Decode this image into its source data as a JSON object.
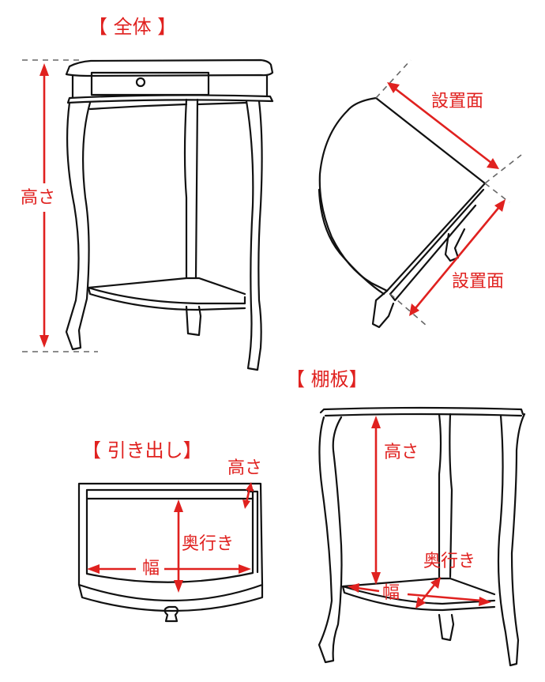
{
  "sections": {
    "overall": {
      "title": "【 全体 】",
      "height_label": "高さ",
      "install_surface_label_1": "設置面",
      "install_surface_label_2": "設置面"
    },
    "drawer": {
      "title": "【 引き出し】",
      "height_label": "高さ",
      "depth_label": "奥行き",
      "width_label": "幅"
    },
    "shelf": {
      "title": "【 棚板】",
      "height_label": "高さ",
      "depth_label": "奥行き",
      "width_label": "幅"
    }
  },
  "colors": {
    "annotation": "#e0211f",
    "line": "#111111",
    "guide": "#666666",
    "background": "#ffffff"
  }
}
